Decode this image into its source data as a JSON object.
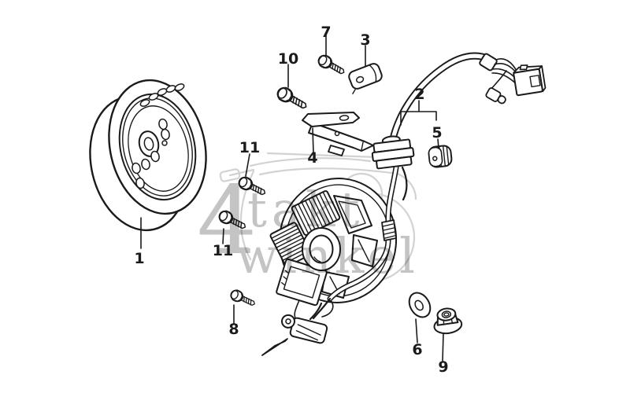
{
  "diagram": {
    "colors": {
      "background": "#ffffff",
      "line": "#1a1a1a",
      "watermark_text": "#c4c4c4",
      "watermark_sketch": "#d2d2d2"
    },
    "watermark": {
      "numeral": "4",
      "word1": "takt",
      "word2": "winkel"
    },
    "labels": {
      "p1": "1",
      "p2": "2",
      "p3": "3",
      "p4": "4",
      "p5": "5",
      "p6": "6",
      "p7": "7",
      "p8": "8",
      "p9": "9",
      "p10": "10",
      "p11a": "11",
      "p11b": "11"
    }
  }
}
